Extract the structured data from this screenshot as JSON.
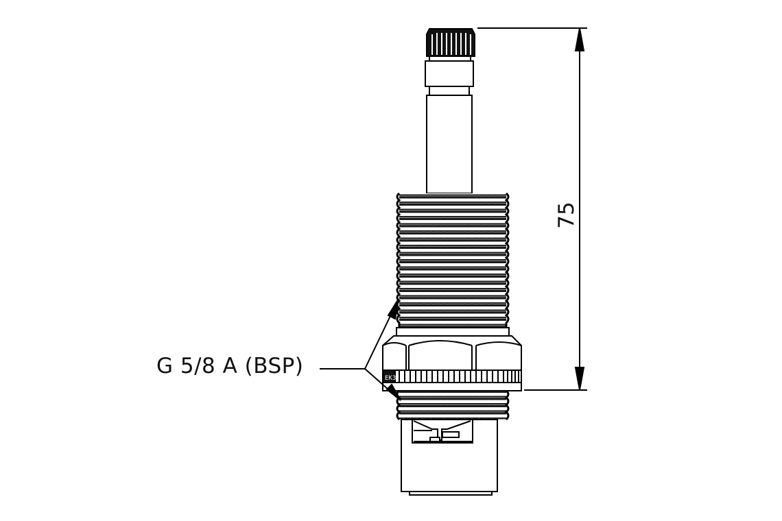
{
  "drawing": {
    "subject": "tap cartridge / valve stem side view",
    "line_color": "#000000",
    "background": "#ffffff"
  },
  "annotations": {
    "thread_callout": "G 5/8 A (BSP)",
    "overall_height_dimension": "75"
  },
  "marking_on_nut": "EK3"
}
